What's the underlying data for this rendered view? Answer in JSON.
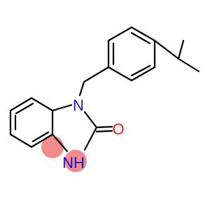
{
  "molecule": {
    "atoms": {
      "n1": {
        "label": "N",
        "color": "#1515d9"
      },
      "o": {
        "label": "O",
        "color": "#e8231f"
      },
      "nh": {
        "label": "NH",
        "color": "#1515d9"
      }
    },
    "highlight_color": "#f28c8c",
    "bond_color": "#000000"
  }
}
